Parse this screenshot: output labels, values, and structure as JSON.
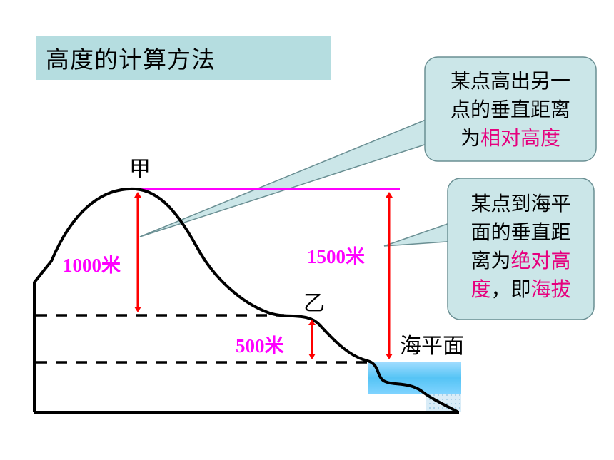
{
  "title": "高度的计算方法",
  "labels": {
    "peak_jia": "甲",
    "point_yi": "乙",
    "sea_level": "海平面",
    "height_1000": "1000米",
    "height_1500": "1500米",
    "height_500": "500米"
  },
  "callout_relative": {
    "line1": "某点高出另一",
    "line2": "点的垂直距离",
    "line3_prefix": "为",
    "line3_term": "相对高度"
  },
  "callout_absolute": {
    "line1": "某点到海平",
    "line2": "面的垂直距",
    "line3_prefix": "离为",
    "line3_term": "绝对高",
    "line4_term": "度",
    "line4_mid": "，即",
    "line4_term2": "海拔"
  },
  "colors": {
    "title_bg": "#b5dde0",
    "callout_bg": "#cbe6e8",
    "arrow": "#ff0000",
    "peak_line": "#ff00ff",
    "label_magenta": "#ff00ff",
    "highlight": "#e6007e",
    "water": "#66ccff"
  }
}
